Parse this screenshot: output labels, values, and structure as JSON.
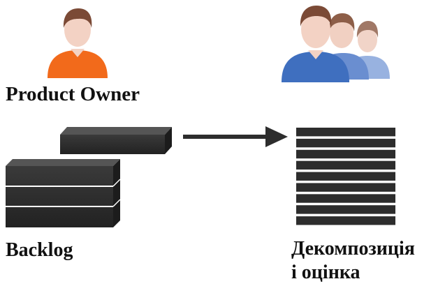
{
  "roles": {
    "product_owner": "Product Owner",
    "team": ""
  },
  "captions": {
    "backlog": "Backlog",
    "decomposition_line1": "Декомпозиція",
    "decomposition_line2": "і оцінка"
  },
  "icons": {
    "product_owner": "person-icon",
    "team": "team-icon",
    "arrow": "arrow-right-icon",
    "backlog": "backlog-blocks-icon",
    "decomposed": "stacked-items-icon"
  },
  "colors": {
    "owner_shirt": "#f26a1b",
    "team_front_shirt": "#3f6fbf",
    "team_mid_shirt": "#6a8ed0",
    "team_back_shirt": "#98b2e0",
    "skin": "#f3d2c4",
    "hair": "#7b4a36",
    "blocks": "#2d2d2d",
    "text": "#111111"
  },
  "backlog_items_shown": 4,
  "decomposed_items_shown": 9
}
